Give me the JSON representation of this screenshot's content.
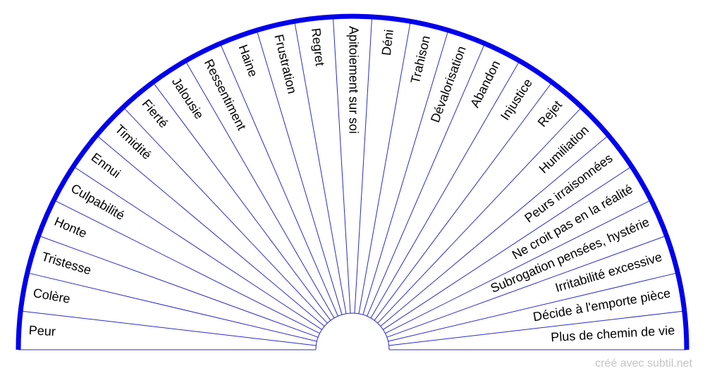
{
  "chart_data": {
    "type": "semicircle-pendulum-chart",
    "segments_left_to_right": [
      "Peur",
      "Colère",
      "Tristesse",
      "Honte",
      "Culpabilité",
      "Ennui",
      "Timidité",
      "Fierté",
      "Jalousie",
      "Ressentiment",
      "Haine",
      "Frustration",
      "Regret",
      "Apitoiement sur soi",
      "Déni",
      "Trahison",
      "Dévalorisation",
      "Abandon",
      "Injustice",
      "Rejet",
      "Humiliation",
      "Peurs irraisonnées",
      "Ne croit pas en la réalité",
      "Subrogation pensées, hystérie",
      "Irritabilité excessive",
      "Décide à l'emporte pièce",
      "Plus de chemin de vie"
    ]
  },
  "colors": {
    "outer_arc": "#0000ee",
    "rays": "#2a2acc",
    "text": "#000000"
  },
  "credit": "créé avec subtil.net"
}
